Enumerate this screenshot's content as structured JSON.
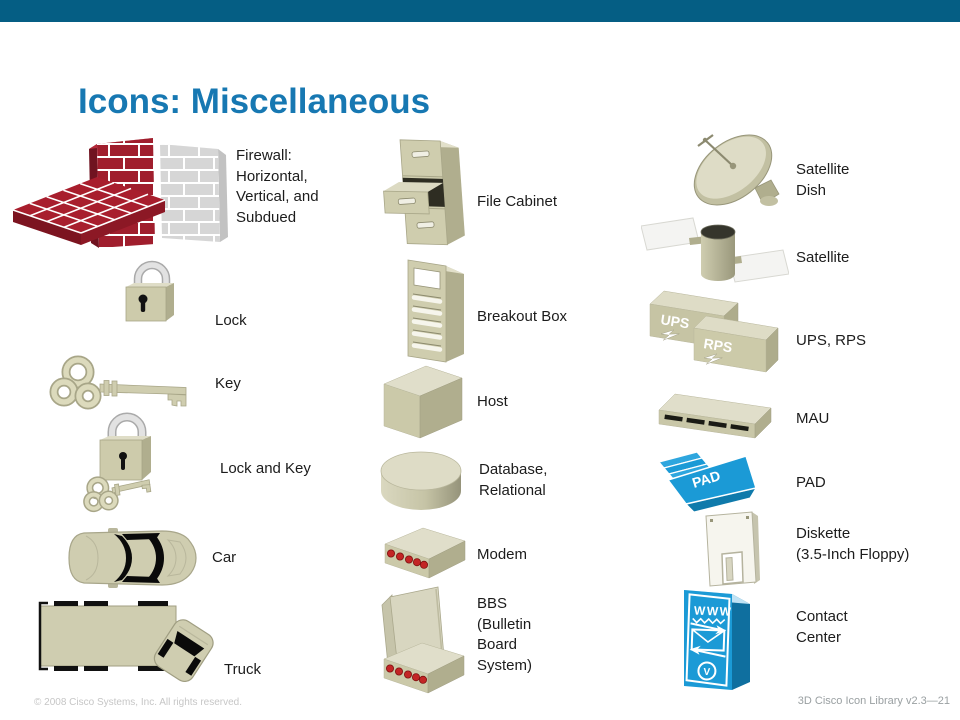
{
  "title": "Icons: Miscellaneous",
  "columns": {
    "left": {
      "items": [
        {
          "id": "firewall",
          "label": "Firewall:\nHorizontal,\nVertical, and\nSubdued"
        },
        {
          "id": "lock",
          "label": "Lock"
        },
        {
          "id": "key",
          "label": "Key"
        },
        {
          "id": "lock_and_key",
          "label": "Lock and Key"
        },
        {
          "id": "car",
          "label": "Car"
        },
        {
          "id": "truck",
          "label": "Truck"
        }
      ]
    },
    "middle": {
      "items": [
        {
          "id": "file_cabinet",
          "label": "File Cabinet"
        },
        {
          "id": "breakout_box",
          "label": "Breakout Box"
        },
        {
          "id": "host",
          "label": "Host"
        },
        {
          "id": "database_relational",
          "label": "Database,\nRelational"
        },
        {
          "id": "modem",
          "label": "Modem"
        },
        {
          "id": "bbs",
          "label": "BBS\n(Bulletin\nBoard\nSystem)"
        }
      ]
    },
    "right": {
      "items": [
        {
          "id": "satellite_dish",
          "label": "Satellite\nDish"
        },
        {
          "id": "satellite",
          "label": "Satellite"
        },
        {
          "id": "ups_rps",
          "label": "UPS, RPS"
        },
        {
          "id": "mau",
          "label": "MAU"
        },
        {
          "id": "pad",
          "label": "PAD"
        },
        {
          "id": "diskette",
          "label": "Diskette\n(3.5-Inch Floppy)"
        },
        {
          "id": "contact_center",
          "label": "Contact\nCenter"
        }
      ]
    }
  },
  "icon_text": {
    "ups": "UPS",
    "rps": "RPS",
    "pad": "PAD",
    "www": "WWW",
    "v": "V"
  },
  "footer": {
    "copyright": "© 2008 Cisco Systems, Inc. All rights reserved.",
    "version": "3D Cisco Icon Library v2.3—21"
  },
  "colors": {
    "top_bar": "#055e84",
    "title": "#1778b2",
    "accent_blue": "#1b9ad6",
    "beige": "#cbc9a9",
    "brick_red": "#a01e2d",
    "label_text": "#1c1c1c"
  }
}
